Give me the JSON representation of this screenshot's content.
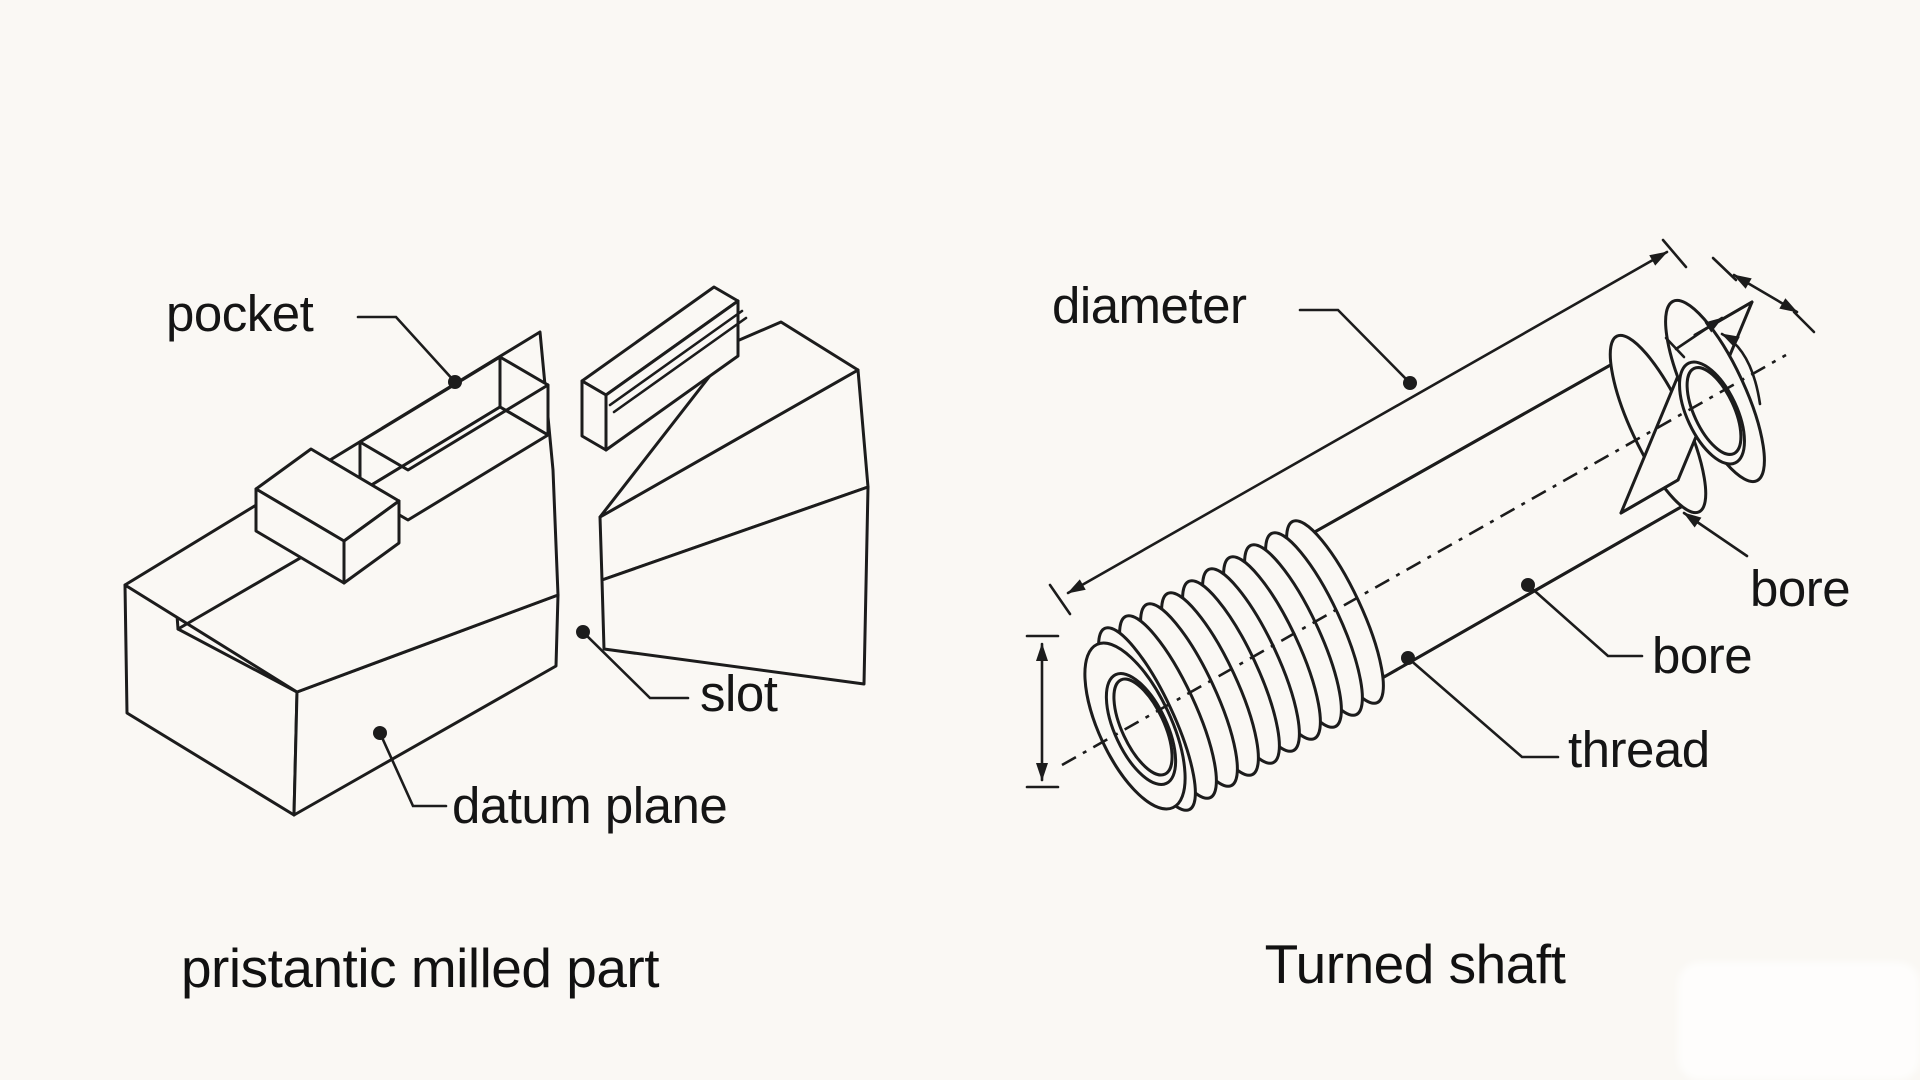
{
  "colors": {
    "background": "#faf8f4",
    "ink": "#1c1c1c",
    "label_text": "#151515"
  },
  "milled_part": {
    "caption": "pristantic milled part",
    "labels": {
      "pocket": "pocket",
      "slot": "slot",
      "datum_plane": "datum plane"
    }
  },
  "turned_shaft": {
    "caption": "Turned shaft",
    "labels": {
      "diameter": "diameter",
      "bore_upper": "bore",
      "bore_lower": "bore",
      "thread": "thread"
    }
  }
}
